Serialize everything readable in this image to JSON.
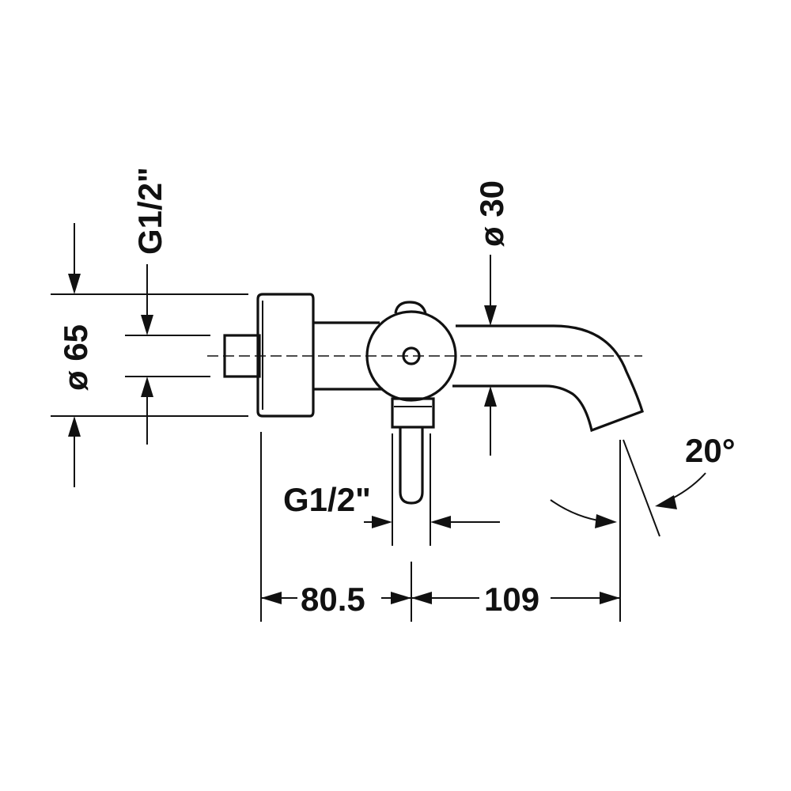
{
  "dimensions": {
    "thread_top": "G1/2\"",
    "diameter_body": "ø 65",
    "diameter_spout": "ø 30",
    "thread_bottom": "G1/2\"",
    "angle": "20°",
    "length_left": "80.5",
    "length_right": "109"
  },
  "colors": {
    "line": "#111111",
    "background": "#ffffff"
  }
}
